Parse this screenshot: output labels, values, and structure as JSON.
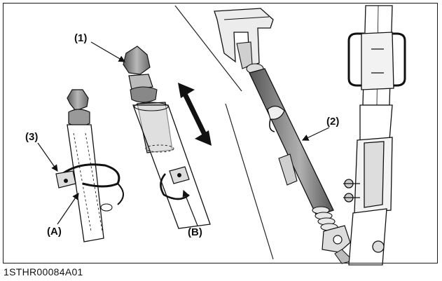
{
  "callouts": {
    "top_link_handle": "(1)",
    "stabilizer_rod": "(2)",
    "lock_pin": "(3)",
    "position_a": "(A)",
    "position_b": "(B)"
  },
  "figure_code": "1STHR00084A01",
  "adjust_arrow": "double-arrow-icon"
}
